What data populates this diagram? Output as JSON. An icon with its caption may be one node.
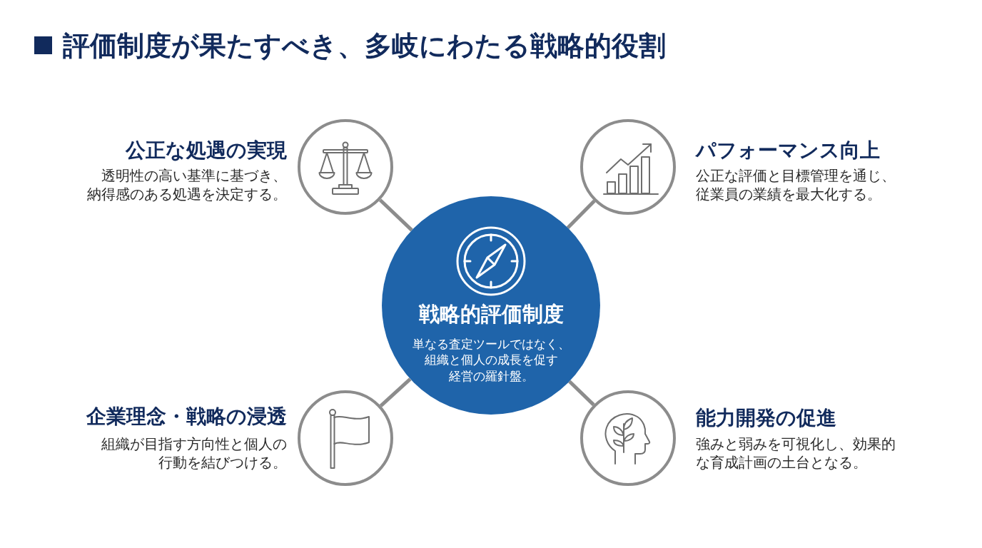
{
  "diagram": {
    "title": "評価制度が果たすべき、多岐にわたる戦略的役割",
    "nodes": [
      {
        "text": [
          "戦略的評価制度",
          "単なる査定ツールではなく、組織と個人の成長を促す経営の羅針盤。"
        ]
      },
      {
        "text": [
          "公正な処遇の実現",
          "透明性の高い基準に基づき、納得感のある処遇を決定する。"
        ]
      },
      {
        "text": [
          "パフォーマンス向上",
          "公正な評価と目標管理を通じ、従業員の業績を最大化する。"
        ]
      },
      {
        "text": [
          "企業理念・戦略の浸透",
          "組織が目指す方向性と個人の行動を結びつける。"
        ]
      },
      {
        "text": [
          "能力開発の促進",
          "強みと弱みを可視化し、効果的な育成計画の土台となる。"
        ]
      }
    ],
    "edges": [
      {
        "from": 0,
        "to": 1,
        "arrow": "none"
      },
      {
        "from": 0,
        "to": 2,
        "arrow": "none"
      },
      {
        "from": 0,
        "to": 3,
        "arrow": "none"
      },
      {
        "from": 0,
        "to": 4,
        "arrow": "none"
      }
    ]
  }
}
